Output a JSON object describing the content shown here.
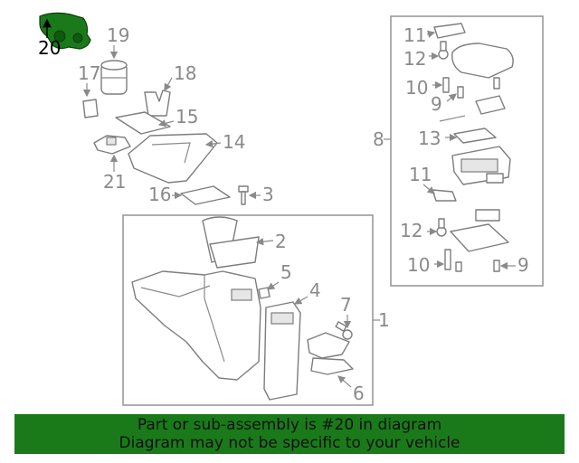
{
  "diagram": {
    "callouts": {
      "c1": "1",
      "c2": "2",
      "c3": "3",
      "c4": "4",
      "c5": "5",
      "c6": "6",
      "c7": "7",
      "c8": "8",
      "c9a": "9",
      "c9b": "9",
      "c10a": "10",
      "c10b": "10",
      "c11a": "11",
      "c11b": "11",
      "c12a": "12",
      "c12b": "12",
      "c13": "13",
      "c14": "14",
      "c15": "15",
      "c16": "16",
      "c17": "17",
      "c18": "18",
      "c19": "19",
      "c20": "20",
      "c21": "21"
    },
    "highlight_color": "#1a7a1a",
    "line_color": "#8a8a8a"
  },
  "banner": {
    "line1": "Part or sub-assembly is #20 in diagram",
    "line2": "Diagram may not be specific to your vehicle",
    "background": "#1a7a1a"
  }
}
